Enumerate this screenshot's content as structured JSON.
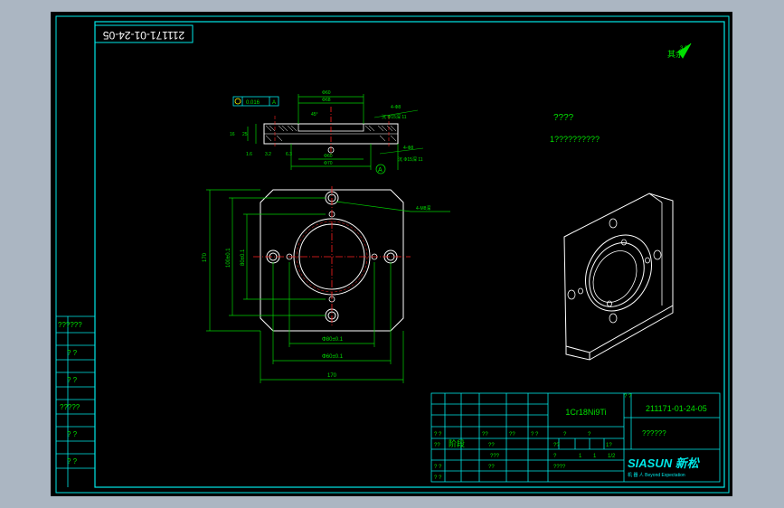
{
  "drawing": {
    "rotated_code": "211171-01-24-05",
    "roughness_symbol": "3.2",
    "roughness_text": "其余",
    "notes_title": "????",
    "notes_line1": "1??????????",
    "callout_holes": "4-M8深",
    "callout_a1": "4-Φ8",
    "callout_a2": "沉 Φ15深 11",
    "callout_b1": "4-Φ8",
    "callout_b2": "沉 Φ15深 11",
    "tolerance_value": "0.016",
    "tolerance_datum": "A",
    "datum_label": "A",
    "dims": {
      "width_outer": "170",
      "width_hole1": "Φ80±0.1",
      "width_hole2": "Φ60±0.1",
      "height_outer": "170",
      "height_hole1": "100±0.1",
      "height_hole2": "80±0.1",
      "section_top": "Φ60",
      "section_mid": "Φ68",
      "section_bottom1": "Φ60",
      "section_bottom2": "Φ70",
      "section_left": "25",
      "section_thickness": "16",
      "section_r1": "1.6",
      "section_r2": "3.2",
      "section_r3": "6.3",
      "section_angle": "45°"
    }
  },
  "sidebar_labels": [
    "??????",
    "? ?",
    "? ?",
    "?????",
    "? ?",
    "? ?"
  ],
  "title_block": {
    "material": "1Cr18Ni9Ti",
    "drawing_number": "211171-01-24-05",
    "part_name": "??????",
    "stage_label": "阶段",
    "scale_label": "? ?",
    "cells": [
      "? ?",
      "??",
      "??",
      "? ?",
      "?",
      "?",
      "??",
      "??",
      "??",
      "1?",
      "???",
      "?",
      "? ?",
      "??",
      "? ?",
      "????",
      "1",
      "1",
      "1/2"
    ],
    "company_logo": "SIASUN 新松",
    "company_sub": "机 器 人   Beyond Expectation"
  },
  "colors": {
    "background": "#abb6c2",
    "sheet": "#000000",
    "frame": "#00e8e8",
    "geometry": "#ffffff",
    "centerline": "#ff2020",
    "dimension": "#00e000"
  }
}
